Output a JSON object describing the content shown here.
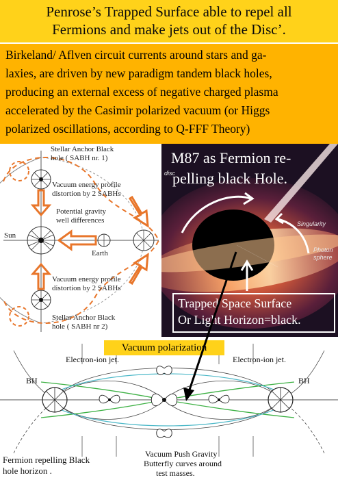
{
  "title": {
    "line1": "Penrose’s Trapped Surface able to repel all",
    "line2": "Fermions and make jets out of the Disc’."
  },
  "body": {
    "lines": [
      "Birkeland/ Aflven circuit currents around stars and ga-",
      "laxies, are driven by new paradigm tandem black holes,",
      "producing an external excess of negative charged plasma",
      "accelerated by the Casimir polarized vacuum (or Higgs",
      "polarized oscillations, according to Q-FFF Theory)"
    ]
  },
  "left_figure": {
    "sabh1_line1": "Stellar Anchor Black",
    "sabh1_line2": "hole ( SABH nr. 1)",
    "vac1_line1": "Vacuum energy profile",
    "vac1_line2": "distortion by 2 SABHs",
    "pot_line1": "Potential gravity",
    "pot_line2": "well differences",
    "sun": "Sun",
    "earth": "Earth",
    "vac2_line1": "Vacuum energy profile",
    "vac2_line2": "distortion by 2 SABHs",
    "sabh2_line1": "Stellar Anchor Black",
    "sabh2_line2": "hole ( SABH nr 2)"
  },
  "photo": {
    "headline1": "M87 as Fermion re-",
    "headline2": "pelling black Hole.",
    "label_disc": "disc",
    "label_singularity": "Singularity",
    "label_photon1": "Photon",
    "label_photon2": "sphere",
    "caption1": "Trapped Space Surface",
    "caption2": "Or Light Horizon=black."
  },
  "bottom_figure": {
    "vacuum_polarization": "Vacuum polarization",
    "electron_jet_left": "Electron-ion jet.",
    "electron_jet_right": "Electron-ion jet.",
    "bh_left": "BH",
    "bh_right": "BH",
    "fermion1": "Fermion repelling Black",
    "fermion2": "hole horizon .",
    "push1": "Vacuum Push Gravity",
    "push2": "Butterfly curves around",
    "push3": "test masses."
  },
  "colors": {
    "title_bg": "#ffd21a",
    "body_bg": "#ffb300",
    "arrow_orange": "#e8762b",
    "photo_bg": "#1c1022"
  }
}
